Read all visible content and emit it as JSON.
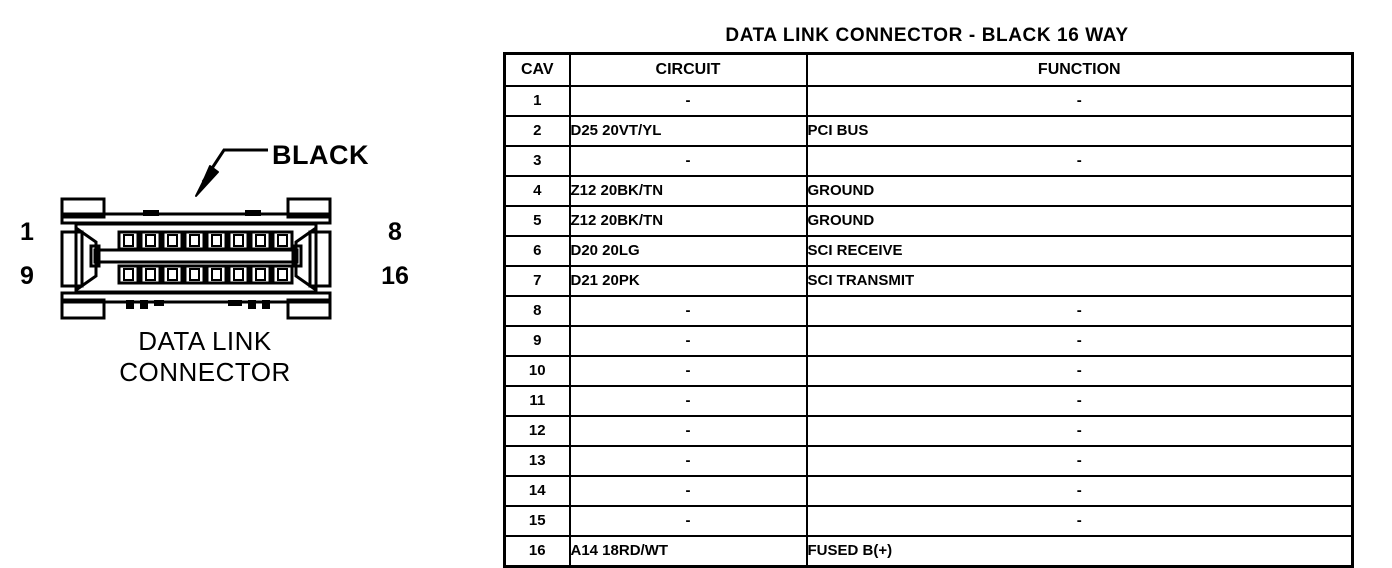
{
  "diagram": {
    "callout_label": "BLACK",
    "caption_line1": "DATA LINK",
    "caption_line2": "CONNECTOR",
    "pin_labels": {
      "top_left": "1",
      "bottom_left": "9",
      "top_right": "8",
      "bottom_right": "16"
    },
    "cavity_count_top_row": 8,
    "cavity_count_bottom_row": 8
  },
  "table": {
    "title": "DATA LINK CONNECTOR - BLACK 16 WAY",
    "columns": [
      "CAV",
      "CIRCUIT",
      "FUNCTION"
    ],
    "rows": [
      {
        "cav": "1",
        "circuit": "-",
        "function": "-"
      },
      {
        "cav": "2",
        "circuit": "D25 20VT/YL",
        "function": "PCI BUS"
      },
      {
        "cav": "3",
        "circuit": "-",
        "function": "-"
      },
      {
        "cav": "4",
        "circuit": "Z12 20BK/TN",
        "function": "GROUND"
      },
      {
        "cav": "5",
        "circuit": "Z12 20BK/TN",
        "function": "GROUND"
      },
      {
        "cav": "6",
        "circuit": "D20 20LG",
        "function": "SCI RECEIVE"
      },
      {
        "cav": "7",
        "circuit": "D21 20PK",
        "function": "SCI TRANSMIT"
      },
      {
        "cav": "8",
        "circuit": "-",
        "function": "-"
      },
      {
        "cav": "9",
        "circuit": "-",
        "function": "-"
      },
      {
        "cav": "10",
        "circuit": "-",
        "function": "-"
      },
      {
        "cav": "11",
        "circuit": "-",
        "function": "-"
      },
      {
        "cav": "12",
        "circuit": "-",
        "function": "-"
      },
      {
        "cav": "13",
        "circuit": "-",
        "function": "-"
      },
      {
        "cav": "14",
        "circuit": "-",
        "function": "-"
      },
      {
        "cav": "15",
        "circuit": "-",
        "function": "-"
      },
      {
        "cav": "16",
        "circuit": "A14 18RD/WT",
        "function": "FUSED B(+)"
      }
    ]
  },
  "colors": {
    "ink": "#000000",
    "paper": "#ffffff"
  }
}
